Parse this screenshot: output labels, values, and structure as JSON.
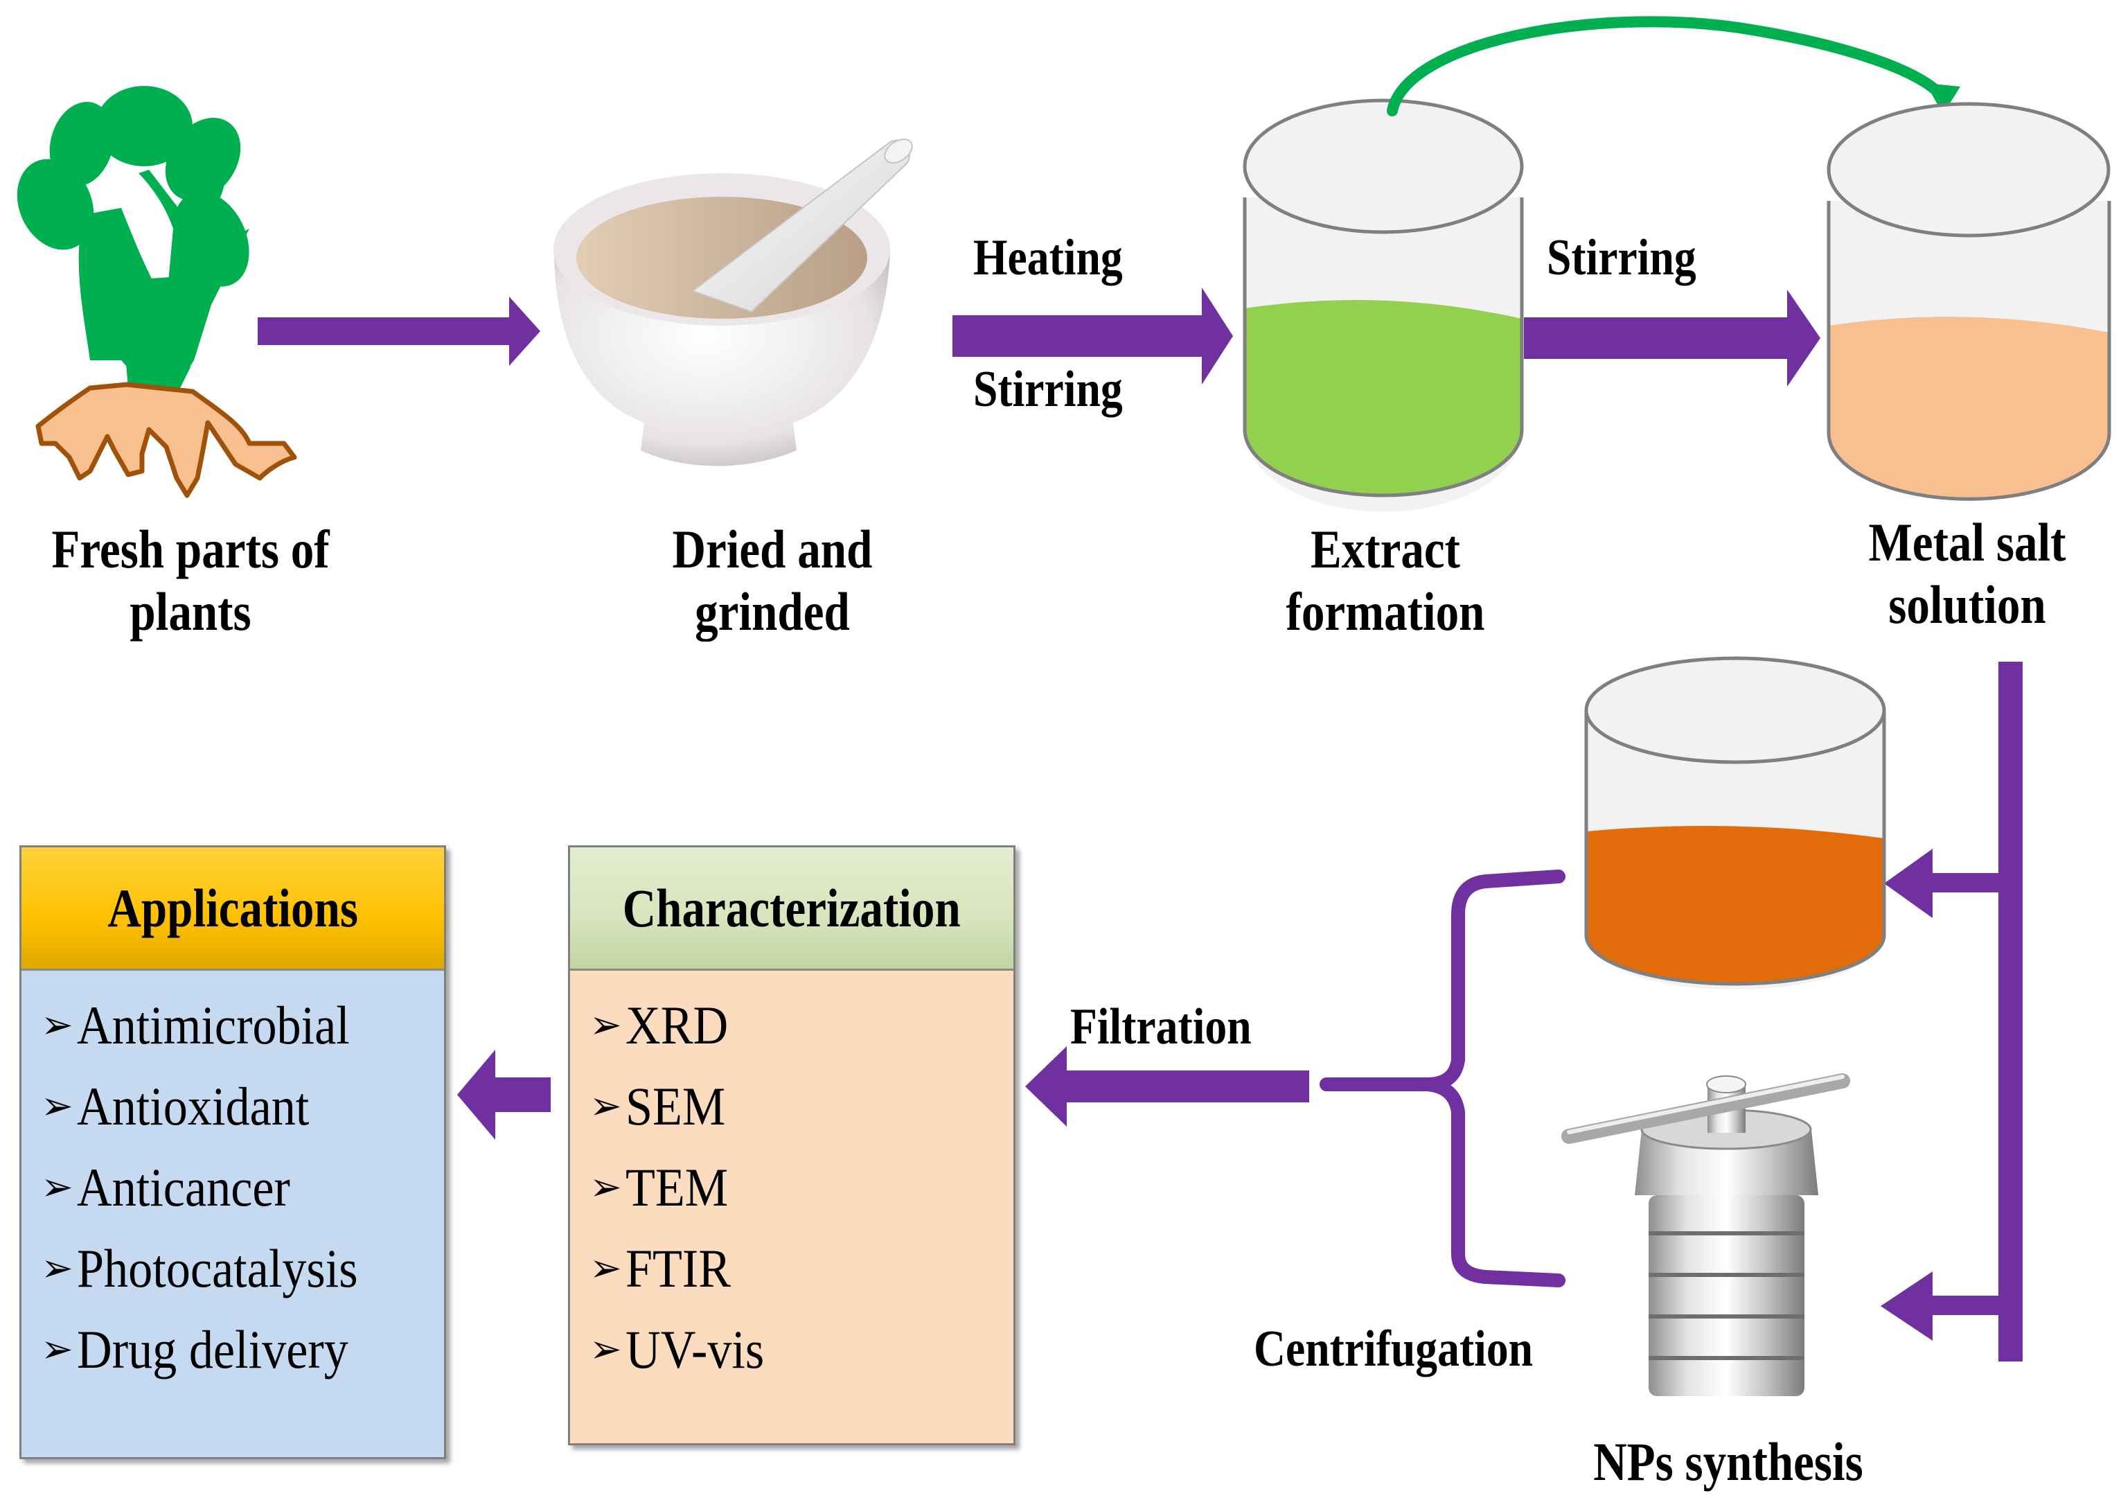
{
  "title": "Green synthesis of nanoparticles using plant extract",
  "colors": {
    "arrow": "#7030a0",
    "plant_leaf": "#00b050",
    "root_fill": "#f8c08e",
    "root_stroke": "#a0520a",
    "extract_liquid": "#92d050",
    "salt_liquid": "#f8c090",
    "np_liquid": "#e36c0a",
    "beaker_glass": "#f2f2f2",
    "beaker_stroke": "#7f7f7f",
    "curved_arrow": "#00b050",
    "applications_header": "#ffc000",
    "applications_body": "#c5d9f1",
    "characterization_header": "#d7e4bd",
    "characterization_body": "#fcdcbf"
  },
  "steps": {
    "plant": {
      "label_line1": "Fresh parts of",
      "label_line2": "plants",
      "icon": "plant-icon"
    },
    "grind": {
      "label_line1": "Dried and",
      "label_line2": "grinded",
      "icon": "mortar-pestle-icon"
    },
    "extract": {
      "label_line1": "Extract",
      "label_line2": "formation",
      "icon": "beaker-icon"
    },
    "salt": {
      "label_line1": "Metal salt",
      "label_line2": "solution",
      "icon": "beaker-icon"
    },
    "nps": {
      "label": "NPs synthesis",
      "icon": "autoclave-icon"
    }
  },
  "arrow_labels": {
    "heating": "Heating",
    "stirring1": "Stirring",
    "stirring2": "Stirring",
    "filtration": "Filtration",
    "centrifugation": "Centrifugation"
  },
  "characterization": {
    "title": "Characterization",
    "items": [
      "XRD",
      "SEM",
      "TEM",
      "FTIR",
      "UV-vis"
    ]
  },
  "applications": {
    "title": "Applications",
    "items": [
      "Antimicrobial",
      "Antioxidant",
      "Anticancer",
      "Photocatalysis",
      "Drug delivery"
    ]
  },
  "bullet_glyph": "➢"
}
